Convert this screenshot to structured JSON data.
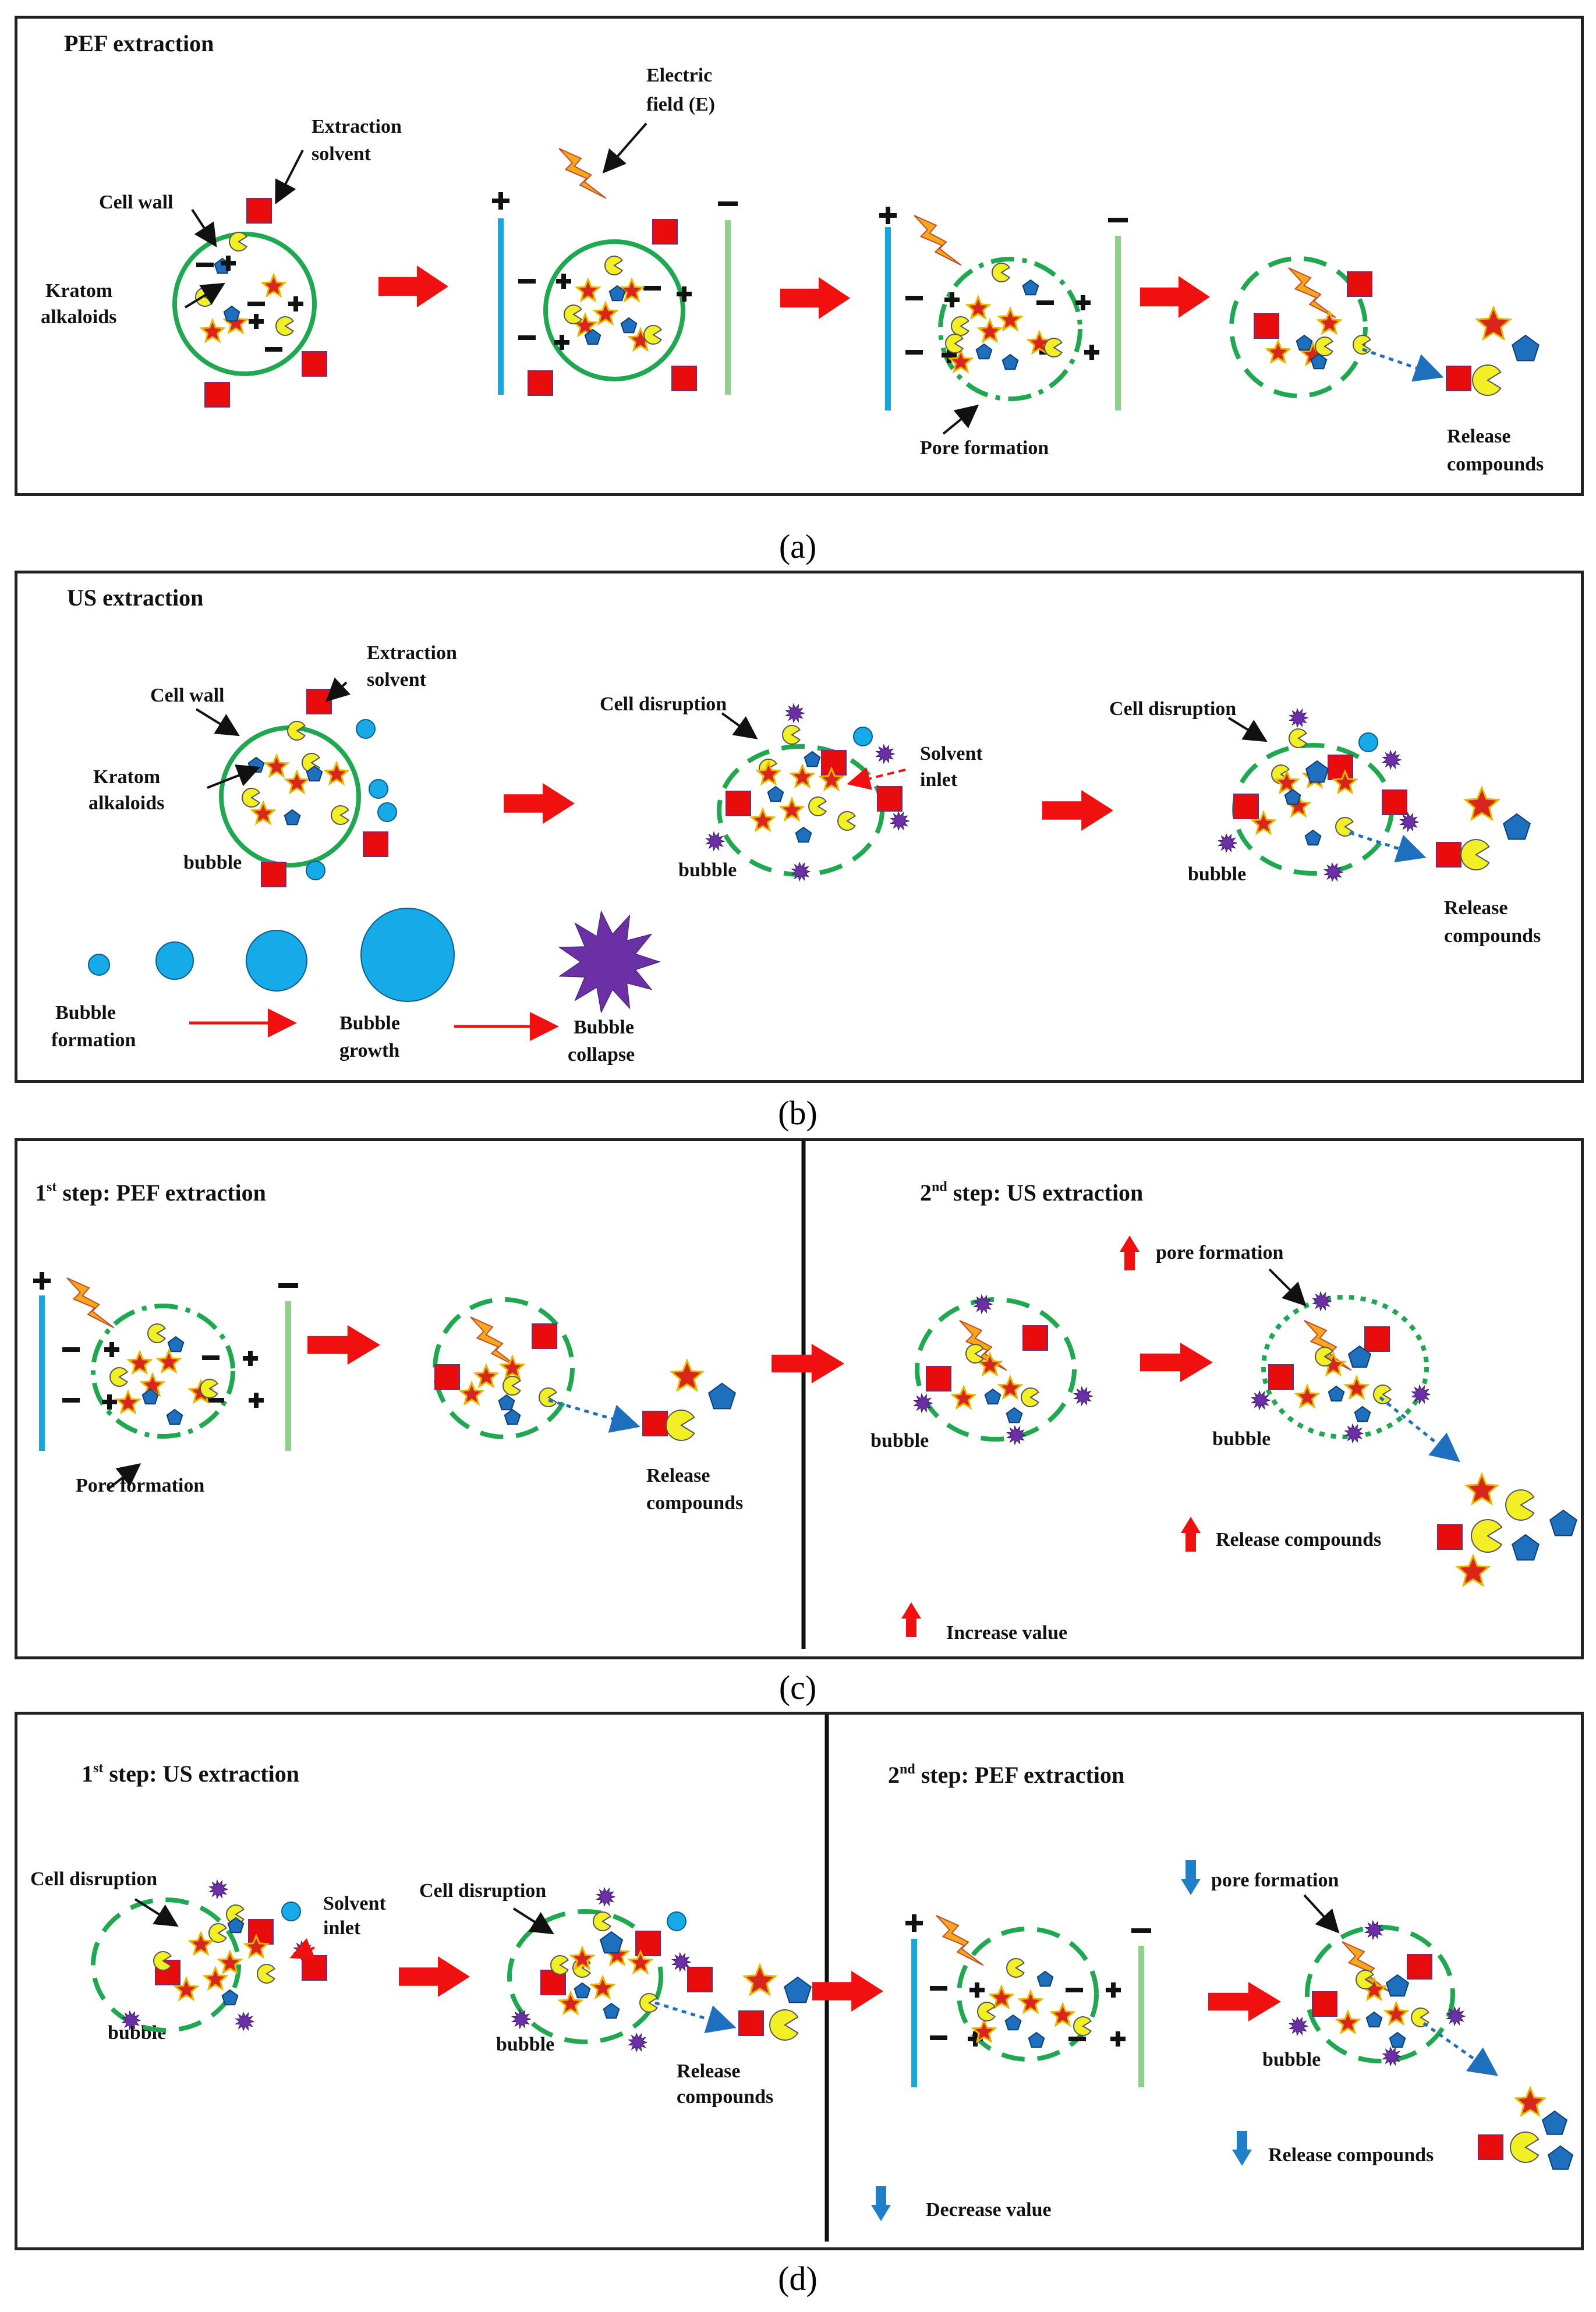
{
  "panel_labels": [
    "(a)",
    "(b)",
    "(c)",
    "(d)"
  ],
  "panel_a": {
    "title": "PEF extraction",
    "label_electric_field": [
      "Electric",
      "field (E)"
    ],
    "label_extraction_solvent": [
      "Extraction",
      "solvent"
    ],
    "label_cell_wall": "Cell wall",
    "label_kratom_alkaloids": [
      "Kratom",
      "alkaloids"
    ],
    "label_pore_formation": "Pore formation",
    "label_release_compounds": [
      "Release",
      "compounds"
    ]
  },
  "panel_b": {
    "title": "US extraction",
    "label_extraction_solvent": [
      "Extraction",
      "solvent"
    ],
    "label_cell_wall": "Cell wall",
    "label_kratom_alkaloids": [
      "Kratom",
      "alkaloids"
    ],
    "label_bubble": "bubble",
    "label_cell_disruption": "Cell disruption",
    "label_solvent_inlet": [
      "Solvent",
      "inlet"
    ],
    "label_release_compounds": [
      "Release",
      "compounds"
    ],
    "label_bubble_formation": [
      "Bubble",
      "formation"
    ],
    "label_bubble_growth": [
      "Bubble",
      "growth"
    ],
    "label_bubble_collapse": [
      "Bubble",
      "collapse"
    ]
  },
  "panel_c": {
    "step1_num": "1",
    "step1_sup": "st",
    "step1_text": " step: PEF extraction",
    "step2_num": "2",
    "step2_sup": "nd",
    "step2_text": " step: US extraction",
    "label_pore_formation_left": "Pore formation",
    "label_release_compounds_left": [
      "Release",
      "compounds"
    ],
    "label_bubble": "bubble",
    "label_pore_formation_up": "pore formation",
    "label_release_compounds_up": "Release compounds",
    "legend_increase": "Increase value"
  },
  "panel_d": {
    "step1_num": "1",
    "step1_sup": "st",
    "step1_text": " step: US extraction",
    "step2_num": "2",
    "step2_sup": "nd",
    "step2_text": " step: PEF extraction",
    "label_cell_disruption": "Cell disruption",
    "label_solvent_inlet": [
      "Solvent",
      "inlet"
    ],
    "label_bubble": "bubble",
    "label_release_compounds_left": [
      "Release",
      "compounds"
    ],
    "label_pore_formation_down": "pore formation",
    "label_release_compounds_down": "Release compounds",
    "legend_decrease": "Decrease value"
  },
  "colors": {
    "cell_border": "#1fa84f",
    "solvent": "#e80c0c",
    "star_fill": "#d9261c",
    "star_stroke": "#e6b800",
    "pacman": "#f3ef25",
    "pentagon": "#1f6fbf",
    "bubble": "#17aae8",
    "collapse": "#6b2fa6",
    "electrode_pos": "#16a7e0",
    "electrode_neg": "#8fd18a",
    "arrow_red": "#f01010",
    "arrow_down": "#1f7fc8",
    "lightning": "#f6a71e"
  }
}
